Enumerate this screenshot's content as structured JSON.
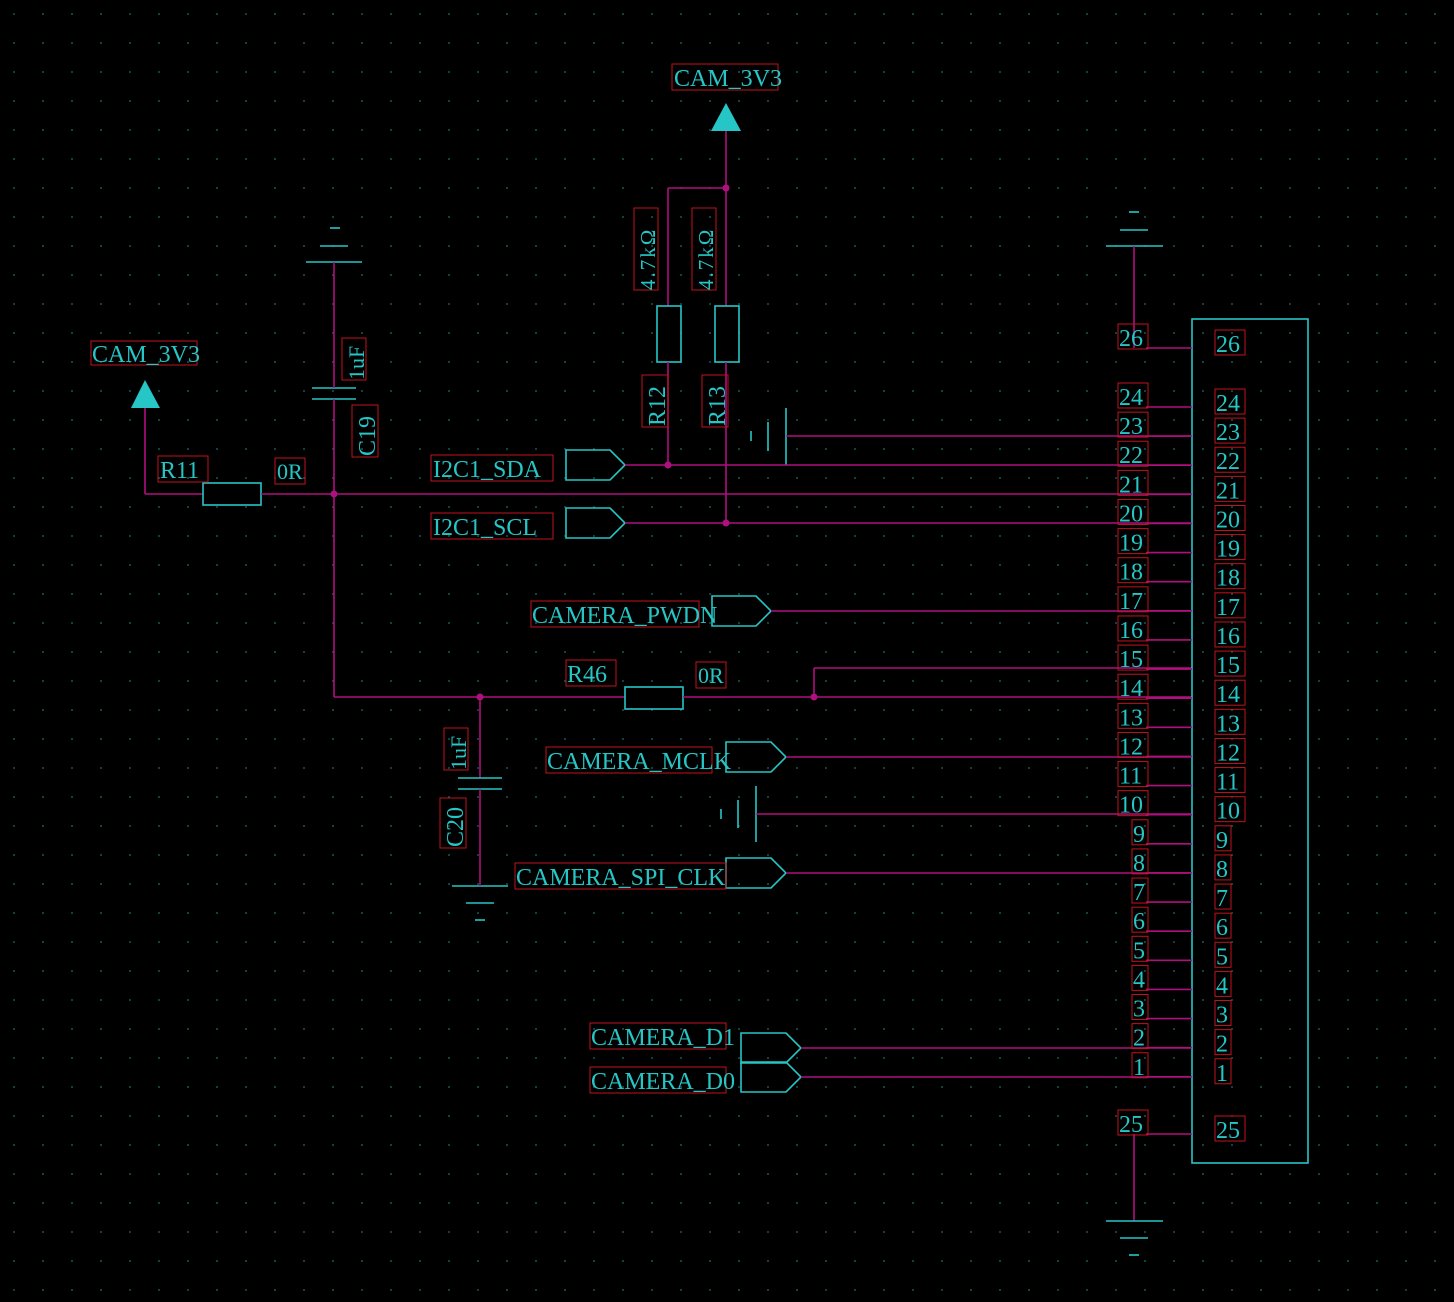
{
  "power_net": "CAM_3V3",
  "components": {
    "R11": {
      "ref": "R11",
      "value": "0R"
    },
    "R46": {
      "ref": "R46",
      "value": "0R"
    },
    "R12": {
      "ref": "R12",
      "value": "4.7kΩ"
    },
    "R13": {
      "ref": "R13",
      "value": "4.7kΩ"
    },
    "C19": {
      "ref": "C19",
      "value": "1uF"
    },
    "C20": {
      "ref": "C20",
      "value": "1uF"
    }
  },
  "nets": {
    "sda": "I2C1_SDA",
    "scl": "I2C1_SCL",
    "pwdn": "CAMERA_PWDN",
    "mclk": "CAMERA_MCLK",
    "spiclk": "CAMERA_SPI_CLK",
    "d1": "CAMERA_D1",
    "d0": "CAMERA_D0"
  },
  "connector": {
    "pins": [
      "26",
      "24",
      "23",
      "22",
      "21",
      "20",
      "19",
      "18",
      "17",
      "16",
      "15",
      "14",
      "13",
      "12",
      "11",
      "10",
      "9",
      "8",
      "7",
      "6",
      "5",
      "4",
      "3",
      "2",
      "1",
      "25"
    ]
  },
  "colors": {
    "background": "#000000",
    "wire": "#b0107f",
    "component": "#26c6c6",
    "label_box": "#c0141e"
  }
}
